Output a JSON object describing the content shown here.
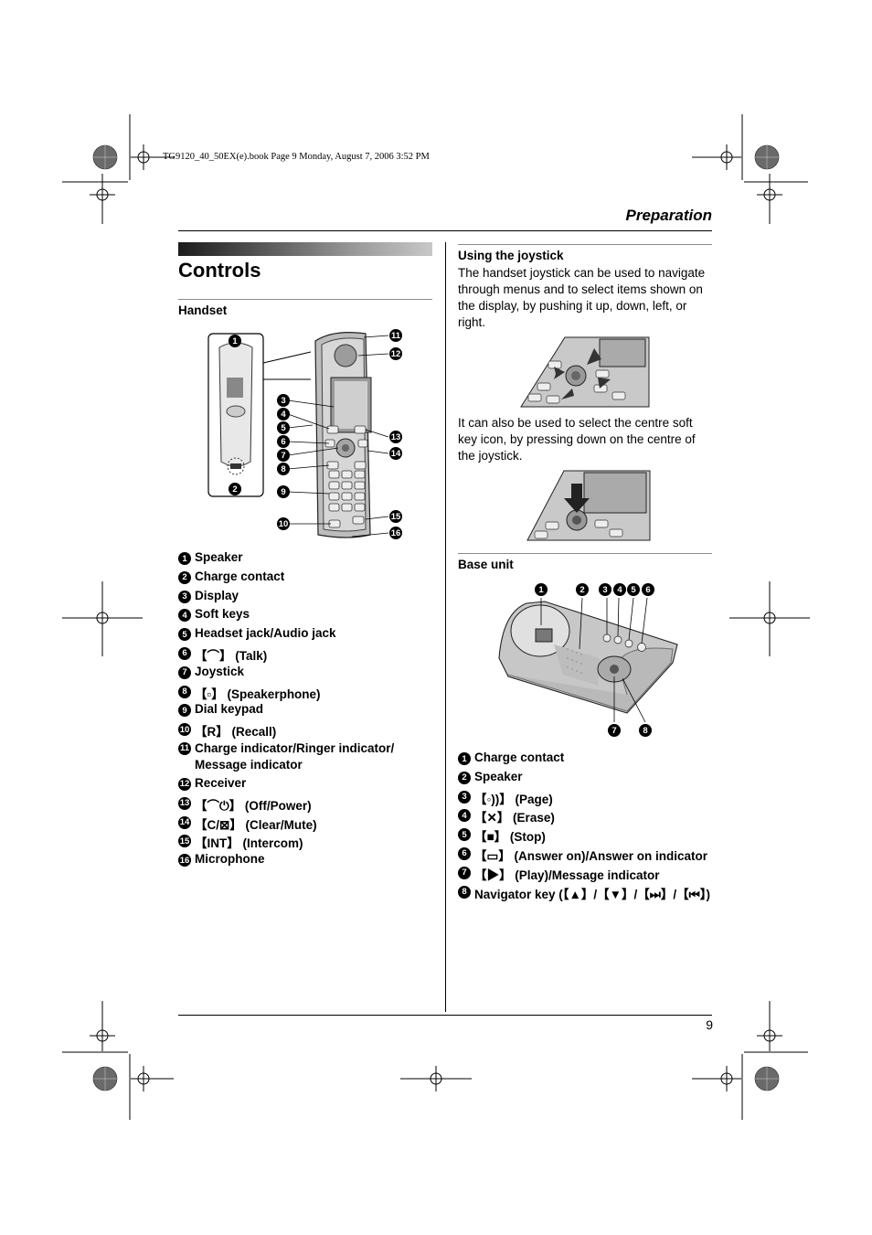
{
  "header": {
    "file_info": "TG9120_40_50EX(e).book  Page 9  Monday, August 7, 2006  3:52 PM",
    "section": "Preparation"
  },
  "page_title": "Controls",
  "handset": {
    "heading": "Handset",
    "callouts": [
      "1",
      "2",
      "3",
      "4",
      "5",
      "6",
      "7",
      "8",
      "9",
      "10",
      "11",
      "12",
      "13",
      "14",
      "15",
      "16"
    ],
    "items": [
      {
        "n": "1",
        "label": "Speaker"
      },
      {
        "n": "2",
        "label": "Charge contact"
      },
      {
        "n": "3",
        "label": "Display"
      },
      {
        "n": "4",
        "label": "Soft keys"
      },
      {
        "n": "5",
        "label": "Headset jack/Audio jack"
      },
      {
        "n": "6",
        "label": "【⌒】 (Talk)"
      },
      {
        "n": "7",
        "label": "Joystick"
      },
      {
        "n": "8",
        "label": "【▫︎】 (Speakerphone)"
      },
      {
        "n": "9",
        "label": "Dial keypad"
      },
      {
        "n": "10",
        "label": "【R】 (Recall)"
      },
      {
        "n": "11",
        "label": "Charge indicator/Ringer indicator/ Message indicator"
      },
      {
        "n": "12",
        "label": "Receiver"
      },
      {
        "n": "13",
        "label": "【⌒⏻】 (Off/Power)"
      },
      {
        "n": "14",
        "label": "【C/⊠】 (Clear/Mute)"
      },
      {
        "n": "15",
        "label": "【INT】 (Intercom)"
      },
      {
        "n": "16",
        "label": "Microphone"
      }
    ]
  },
  "joystick": {
    "heading": "Using the joystick",
    "para1": "The handset joystick can be used to navigate through menus and to select items shown on the display, by pushing it up, down, left, or right.",
    "para2": "It can also be used to select the centre soft key icon, by pressing down on the centre of the joystick."
  },
  "base_unit": {
    "heading": "Base unit",
    "callouts": [
      "1",
      "2",
      "3",
      "4",
      "5",
      "6",
      "7",
      "8"
    ],
    "items": [
      {
        "n": "1",
        "label": "Charge contact"
      },
      {
        "n": "2",
        "label": "Speaker"
      },
      {
        "n": "3",
        "label": "【◦))】 (Page)"
      },
      {
        "n": "4",
        "label": "【✕】 (Erase)"
      },
      {
        "n": "5",
        "label": "【■】 (Stop)"
      },
      {
        "n": "6",
        "label": "【▭】 (Answer on)/Answer on indicator"
      },
      {
        "n": "7",
        "label": "【▶】 (Play)/Message indicator"
      },
      {
        "n": "8",
        "label": "Navigator key (【▲】/【▼】/【⏭】/【⏮】)"
      }
    ]
  },
  "page_number": "9"
}
